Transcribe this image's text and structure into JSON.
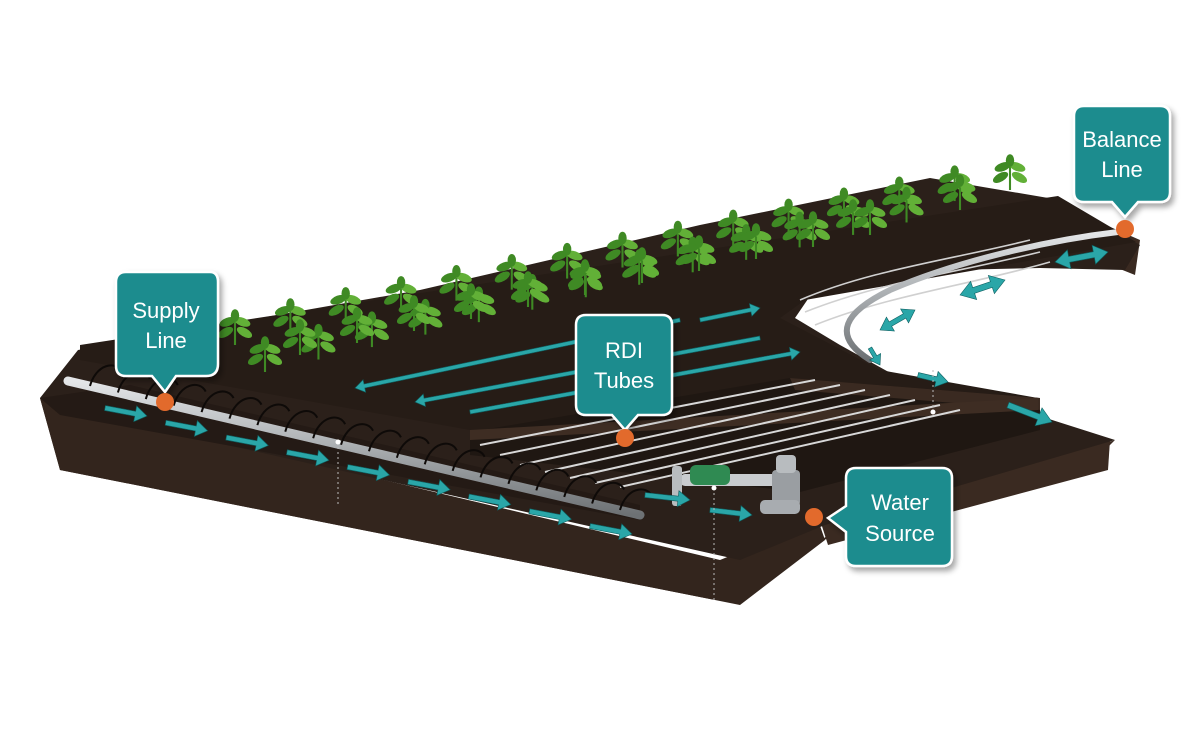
{
  "colors": {
    "soil_top": "#2b201a",
    "soil_side": "#3b2b22",
    "soil_dark": "#1c1410",
    "teal": "#1a8c8e",
    "teal_light": "#2aa6a8",
    "marker": "#e26a2c",
    "pipe": "#a9adb0",
    "plant": "#62b037",
    "plant_dark": "#3f8a24",
    "valve_green": "#2f8a52"
  },
  "labels": {
    "supply_line": [
      "Supply",
      "Line"
    ],
    "rdi_tubes": [
      "RDI",
      "Tubes"
    ],
    "balance_line": [
      "Balance",
      "Line"
    ],
    "water_source": [
      "Water",
      "Source"
    ]
  },
  "icons": {
    "plant": "plant-icon",
    "flow_arrow": "flow-arrow-icon",
    "valve": "valve-icon",
    "marker": "marker-dot-icon"
  }
}
